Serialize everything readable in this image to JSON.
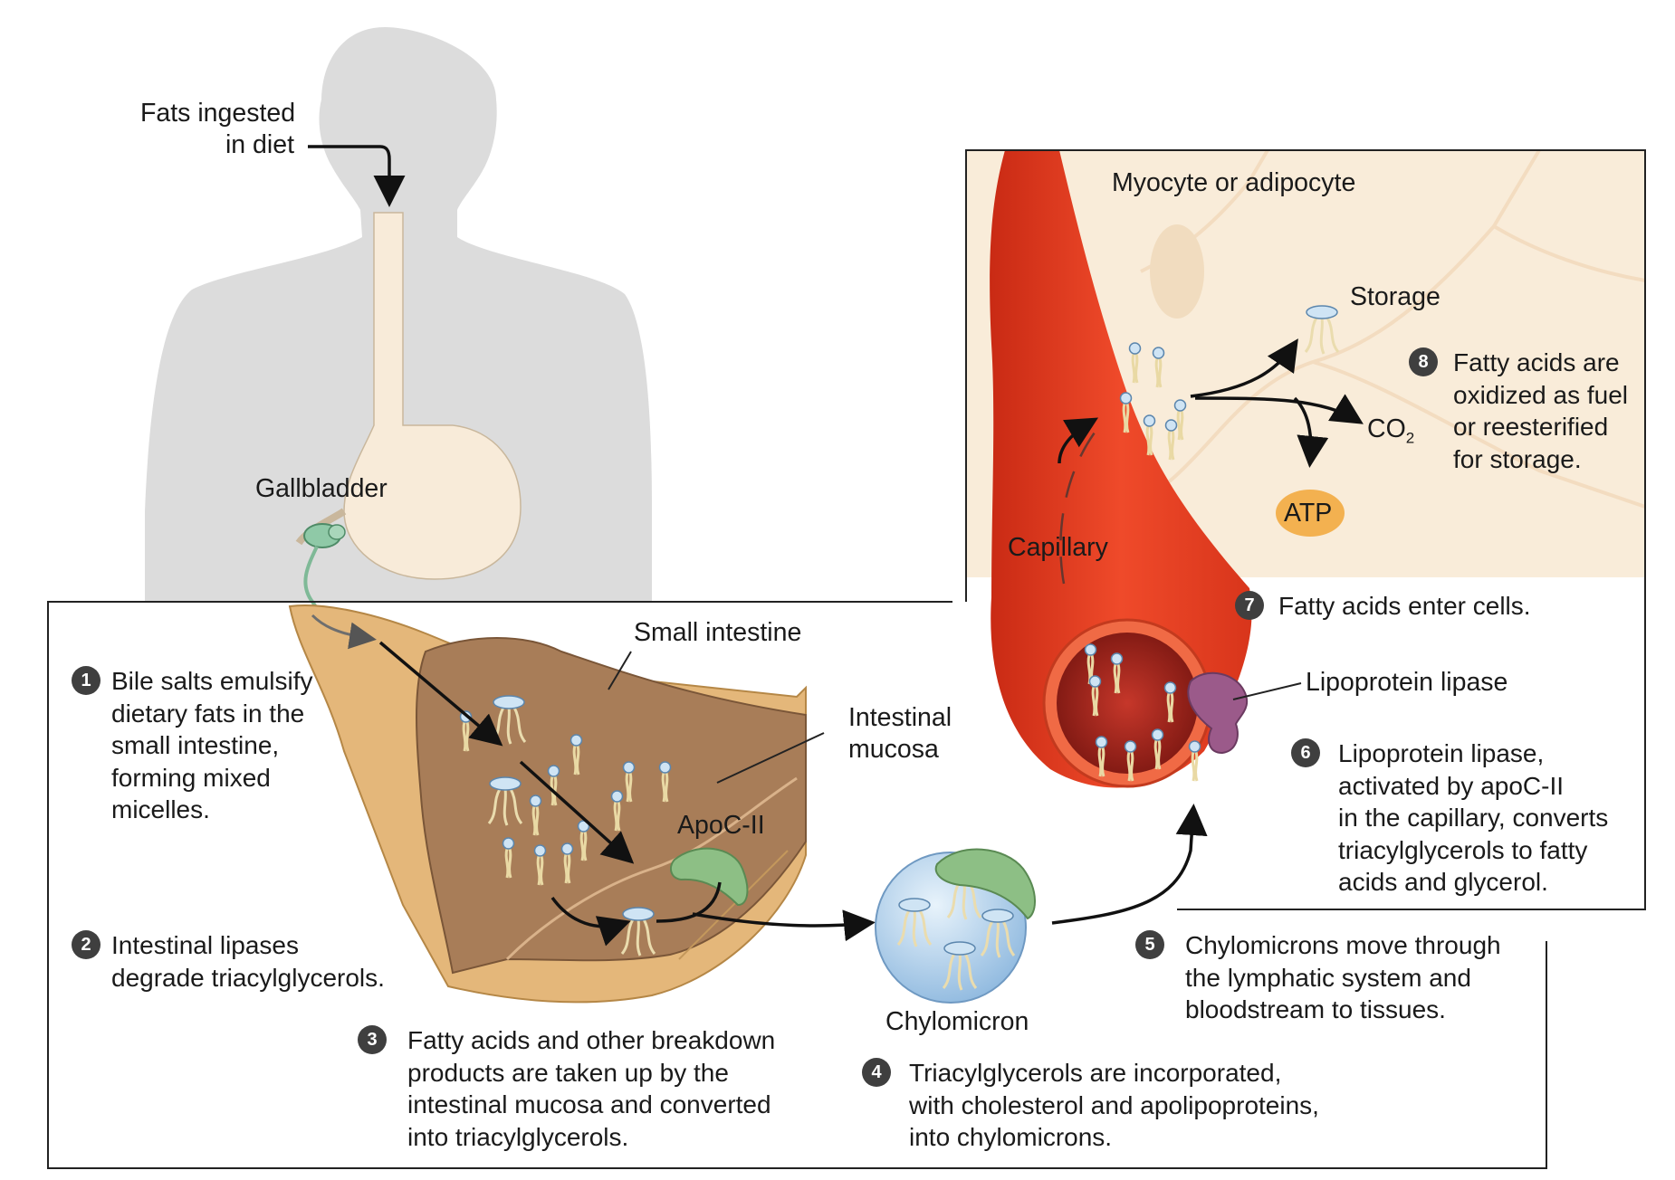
{
  "labels": {
    "fats_ingested": [
      "Fats ingested",
      "in diet"
    ],
    "gallbladder": "Gallbladder",
    "small_intestine": "Small intestine",
    "intestinal_mucosa": [
      "Intestinal",
      "mucosa"
    ],
    "apoc": "ApoC-II",
    "chylomicron": "Chylomicron",
    "myocyte": "Myocyte or adipocyte",
    "storage": "Storage",
    "co2_main": "CO",
    "co2_sub": "2",
    "atp": "ATP",
    "capillary": "Capillary",
    "lipoprotein_lipase": "Lipoprotein lipase"
  },
  "steps": [
    {
      "num": "1",
      "lines": [
        "Bile salts emulsify",
        "dietary fats in the",
        "small intestine,",
        "forming mixed",
        "micelles."
      ]
    },
    {
      "num": "2",
      "lines": [
        "Intestinal lipases",
        "degrade triacylglycerols."
      ]
    },
    {
      "num": "3",
      "lines": [
        "Fatty acids and other breakdown",
        "products are taken up by the",
        "intestinal mucosa and converted",
        "into triacylglycerols."
      ]
    },
    {
      "num": "4",
      "lines": [
        "Triacylglycerols are incorporated,",
        "with cholesterol and apolipoproteins,",
        "into chylomicrons."
      ]
    },
    {
      "num": "5",
      "lines": [
        "Chylomicrons move through",
        "the lymphatic system and",
        "bloodstream to tissues."
      ]
    },
    {
      "num": "6",
      "lines": [
        "Lipoprotein lipase,",
        "activated by apoC-II",
        "in the capillary, converts",
        "triacylglycerols to fatty",
        "acids and glycerol."
      ]
    },
    {
      "num": "7",
      "lines": [
        "Fatty acids enter cells."
      ]
    },
    {
      "num": "8",
      "lines": [
        "Fatty acids are",
        "oxidized as fuel",
        "or reesterified",
        "for storage."
      ]
    }
  ],
  "colors": {
    "body": "#d9d9d9",
    "stomach": "#f8e8d4",
    "intestine_outer": "#e0b070",
    "intestine_inner": "#a47650",
    "capillary": "#e03a1f",
    "cell_bg": "#f8ecd8",
    "atp": "#f3b150",
    "chylomicron": "#a9cdea",
    "lipase": "#9b5a8a",
    "apoc": "#8dbf85"
  }
}
